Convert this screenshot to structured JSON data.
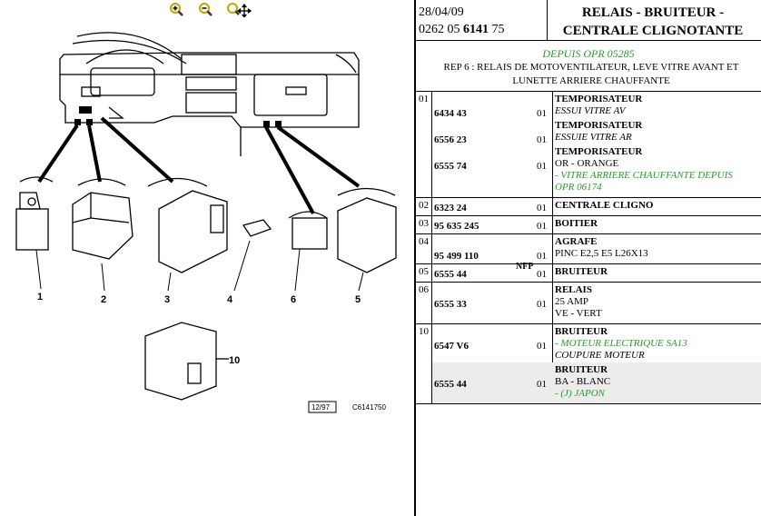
{
  "toolbar": {
    "zoom_in_icon": "zoom-in-icon",
    "zoom_out_icon": "zoom-out-icon",
    "pan_icon": "pan-icon"
  },
  "diagram": {
    "callouts": [
      "1",
      "2",
      "3",
      "4",
      "6",
      "5",
      "10"
    ],
    "date_box": "12/97",
    "ref_code": "C6141750"
  },
  "header": {
    "date": "28/04/09",
    "code_prefix": "0262 05 ",
    "code_bold": "6141",
    "code_suffix": " 75",
    "title_line1": "RELAIS - BRUITEUR -",
    "title_line2": "CENTRALE CLIGNOTANTE"
  },
  "subheader": {
    "since": "DEPUIS OPR 05285",
    "note": "REP 6 : RELAIS DE MOTOVENTILATEUR, LEVE VITRE AVANT ET LUNETTE ARRIERE CHAUFFANTE"
  },
  "rows": [
    {
      "idx": "01",
      "items": [
        {
          "ref": "6434 43",
          "qty": "01",
          "title": "TEMPORISATEUR",
          "lines": [
            {
              "text": "ESSUI VITRE AV",
              "style": "i"
            }
          ]
        },
        {
          "ref": "6556 23",
          "qty": "01",
          "title": "TEMPORISATEUR",
          "lines": [
            {
              "text": "ESSUIE VITRE AR",
              "style": "i"
            }
          ]
        },
        {
          "ref": "6555 74",
          "qty": "01",
          "title": "TEMPORISATEUR",
          "lines": [
            {
              "text": "OR - ORANGE",
              "style": ""
            },
            {
              "text": "- VITRE ARRIERE CHAUFFANTE DEPUIS",
              "style": "g"
            },
            {
              "text": "OPR 06174",
              "style": "g"
            }
          ]
        }
      ]
    },
    {
      "idx": "02",
      "items": [
        {
          "ref": "6323 24",
          "qty": "01",
          "title": "CENTRALE CLIGNO",
          "lines": []
        }
      ]
    },
    {
      "idx": "03",
      "items": [
        {
          "ref": "95 635 245",
          "qty": "01",
          "title": "BOITIER",
          "lines": []
        }
      ]
    },
    {
      "idx": "04",
      "items": [
        {
          "ref": "95 499 110",
          "qty": "01",
          "nfp": "NFP",
          "title": "AGRAFE",
          "lines": [
            {
              "text": "PINC E2,5 E5 L26X13",
              "style": ""
            }
          ]
        }
      ]
    },
    {
      "idx": "05",
      "items": [
        {
          "ref": "6555 44",
          "qty": "01",
          "title": "BRUITEUR",
          "lines": []
        }
      ]
    },
    {
      "idx": "06",
      "items": [
        {
          "ref": "6555 33",
          "qty": "01",
          "title": "RELAIS",
          "lines": [
            {
              "text": "25 AMP",
              "style": ""
            },
            {
              "text": "VE - VERT",
              "style": ""
            }
          ]
        }
      ]
    },
    {
      "idx": "10",
      "items": [
        {
          "ref": "6547 V6",
          "qty": "01",
          "title": "BRUITEUR",
          "lines": [
            {
              "text": "- MOTEUR ELECTRIQUE SA13",
              "style": "g"
            },
            {
              "text": "COUPURE MOTEUR",
              "style": "i"
            }
          ]
        },
        {
          "ref": "6555 44",
          "qty": "01",
          "title": "BRUITEUR",
          "lines": [
            {
              "text": "BA - BLANC",
              "style": ""
            },
            {
              "text": "- (J) JAPON",
              "style": "g"
            }
          ],
          "shaded": true
        }
      ]
    }
  ]
}
